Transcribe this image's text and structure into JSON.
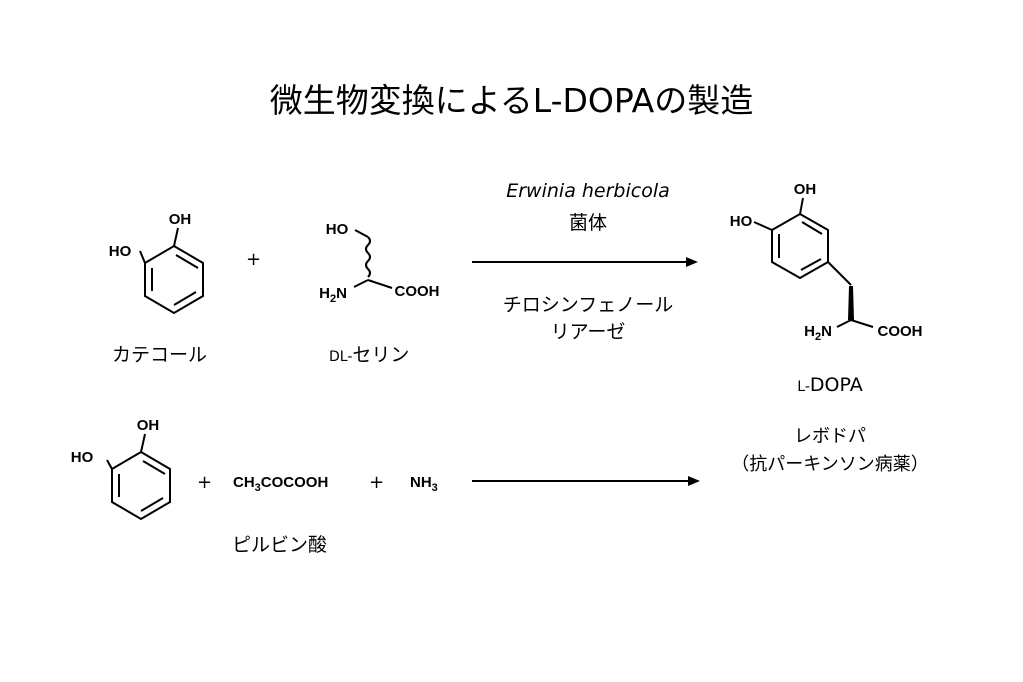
{
  "title": "微生物変換によるL-DOPAの製造",
  "reaction1": {
    "catechol": {
      "name": "カテコール",
      "oh": "OH",
      "ho": "HO"
    },
    "plus": "+",
    "serine": {
      "prefix": "DL-",
      "name": "セリン",
      "ho": "HO",
      "nh2": "H2N",
      "cooh": "COOH"
    },
    "organism": "Erwinia herbicola",
    "cells": "菌体",
    "enzyme_line1": "チロシンフェノール",
    "enzyme_line2": "リアーゼ"
  },
  "product": {
    "oh": "OH",
    "ho": "HO",
    "nh2": "H2N",
    "cooh": "COOH",
    "prefix": "L-",
    "name": "DOPA",
    "alias": "レボドパ",
    "use": "（抗パーキンソン病薬）"
  },
  "reaction2": {
    "oh": "OH",
    "ho": "HO",
    "plus1": "+",
    "pyruvate_formula": "CH3COCOOH",
    "plus2": "+",
    "ammonia": "NH3",
    "pyruvate_name": "ピルビン酸"
  },
  "colors": {
    "text": "#000000",
    "background": "#ffffff"
  }
}
